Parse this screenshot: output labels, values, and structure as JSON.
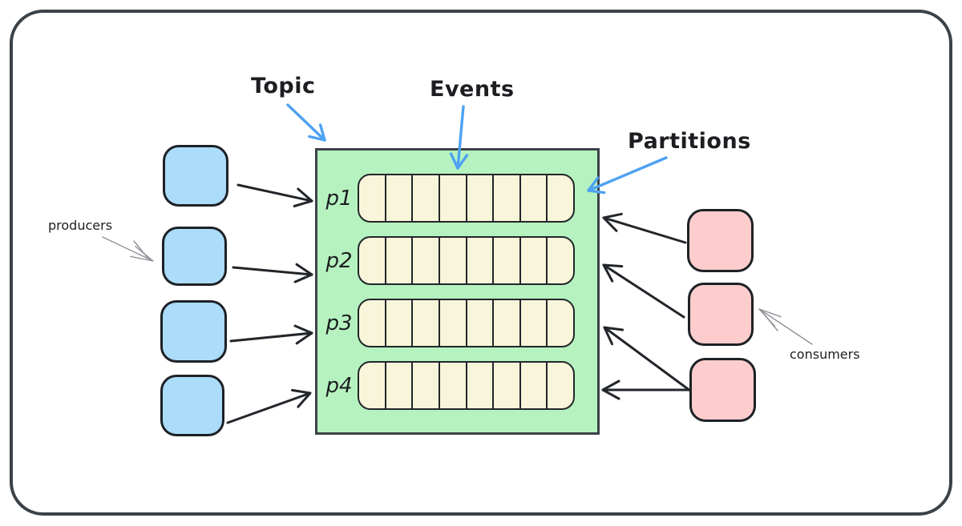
{
  "labels": {
    "topic": "Topic",
    "events": "Events",
    "partitions": "Partitions",
    "producers": "producers",
    "consumers": "consumers"
  },
  "topic": {
    "partitions": [
      {
        "id": "p1",
        "segments": 8
      },
      {
        "id": "p2",
        "segments": 8
      },
      {
        "id": "p3",
        "segments": 8
      },
      {
        "id": "p4",
        "segments": 8
      }
    ]
  },
  "producers": {
    "count": 4
  },
  "consumers": {
    "count": 3
  },
  "colors": {
    "producer_fill": "#abdcfa",
    "consumer_fill": "#fdcdcd",
    "topic_fill": "#b6f2c0",
    "partition_fill": "#f9f5da",
    "stroke_dark": "#22262a",
    "frame_color": "#3b4248",
    "annotation_blue": "#4da2f2",
    "annotation_gray": "#8f9398",
    "label_color": "#1c1e21"
  }
}
